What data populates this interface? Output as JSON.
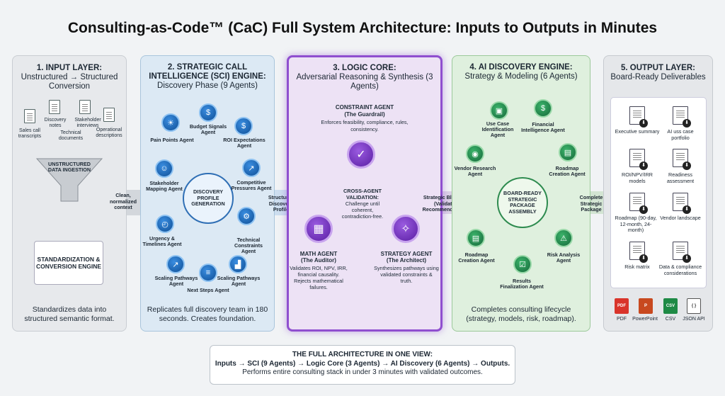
{
  "title": "Consulting-as-Code™ (CaC) Full System Architecture: Inputs to Outputs in Minutes",
  "input_layer": {
    "heading": "1. INPUT LAYER:",
    "subheading": "Unstructured → Structured Conversion",
    "sources": [
      "Sales call transcripts",
      "Discovery notes",
      "Technical documents",
      "Stakeholder interviews",
      "Operational descriptions"
    ],
    "funnel_label": "UNSTRUCTURED DATA INGESTION",
    "engine_label": "STANDARDIZATION & CONVERSION ENGINE",
    "footer": "Standardizes data into structured semantic format."
  },
  "arrows": {
    "a1": "Clean, normalized context",
    "a2": "Structured Discovery Profile",
    "a3": "Strategic Blueprint (Validated Recommendations)",
    "a4": "Complete Strategic Package"
  },
  "sci": {
    "heading": "2. STRATEGIC CALL INTELLIGENCE (SCI) ENGINE:",
    "subheading": "Discovery Phase (9 Agents)",
    "hub": "DISCOVERY PROFILE GENERATION",
    "agents": [
      "Budget Signals Agent",
      "ROI Expectations Agent",
      "Competitive Pressures Agent",
      "Technical Constraints Agent",
      "Scaling Pathways Agent",
      "Next Steps Agent",
      "Scaling Pathways Agent",
      "Urgency & Timelines Agent",
      "Stakeholder Mapping Agent",
      "Pain Points Agent"
    ],
    "footer": "Replicates full discovery team in 180 seconds. Creates foundation."
  },
  "logic": {
    "heading": "3. LOGIC CORE:",
    "subheading": "Adversarial Reasoning & Synthesis (3 Agents)",
    "constraint_title": "CONSTRAINT AGENT",
    "constraint_sub": "(The Guardrail)",
    "constraint_desc": "Enforces feasibility, compliance, rules, consistency.",
    "cross_title": "CROSS-AGENT VALIDATION:",
    "cross_desc": "Challenge until coherent, contradiction-free.",
    "math_title": "MATH AGENT",
    "math_sub": "(The Auditor)",
    "math_desc": "Validates ROI, NPV, IRR, financial causality. Rejects mathematical failures.",
    "strategy_title": "STRATEGY AGENT",
    "strategy_sub": "(The Architect)",
    "strategy_desc": "Synthesizes pathways using validated constraints & truth."
  },
  "ai": {
    "heading": "4. AI DISCOVERY ENGINE:",
    "subheading": "Strategy & Modeling (6 Agents)",
    "hub": "BOARD-READY STRATEGIC PACKAGE ASSEMBLY",
    "agents": [
      "Use Case Identification Agent",
      "Financial Intelligence Agent",
      "Roadmap Creation Agent",
      "Risk Analysis Agent",
      "Results Finalization Agent",
      "Roadmap Creation Agent",
      "Vendor Research Agent"
    ],
    "footer": "Completes consulting lifecycle (strategy, models, risk, roadmap)."
  },
  "output": {
    "heading": "5. OUTPUT LAYER:",
    "subheading": "Board-Ready Deliverables",
    "items": [
      "Executive summary",
      "AI uss case portfolio",
      "ROI/NPV/IRR models",
      "Readiness assessment",
      "Roadmap (90-day, 12-month, 24-month)",
      "Vendor landscape",
      "Risk matrix",
      "Data & compliance considerations"
    ],
    "formats": [
      "PDF",
      "PowerPoint",
      "CSV",
      "JSON API"
    ],
    "format_icons": [
      "PDF",
      "P",
      "CSV",
      "{ }"
    ]
  },
  "summary": {
    "heading": "THE FULL ARCHITECTURE IN ONE VIEW:",
    "line1": "Inputs → SCI (9 Agents) → Logic Core (3 Agents) → AI Discovery (6 Agents) → Outputs.",
    "line2": "Performs entire consulting stack in under 3 minutes with validated outcomes."
  },
  "colors": {
    "sci_blue": "#1565c0",
    "logic_purple": "#8f4fcf",
    "ai_green": "#2e8b4f"
  }
}
